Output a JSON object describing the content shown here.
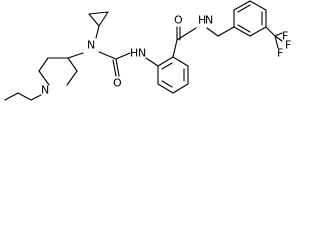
{
  "atoms": {
    "n_propyl": "N",
    "n_cyclopropyl": "N",
    "o_urea": "O",
    "nh_urea": "N",
    "h_urea": "H",
    "o_amide": "O",
    "nh_amide": "N",
    "h_amide": "H",
    "f1": "F",
    "f2": "F",
    "f3": "F"
  },
  "colors": {
    "ink": "#000000",
    "background": "#ffffff"
  }
}
